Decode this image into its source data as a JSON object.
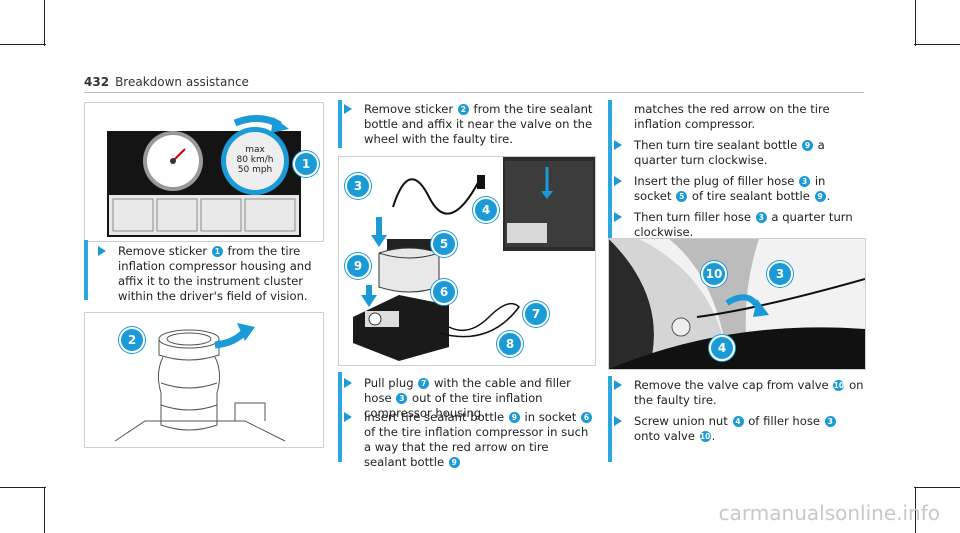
{
  "header": {
    "page_number": "432",
    "section": "Breakdown assistance"
  },
  "fig1": {
    "gauge_text": [
      "max",
      "80 km/h",
      "50 mph"
    ],
    "callout": "1"
  },
  "fig2": {
    "callout": "2"
  },
  "fig3": {
    "callouts": [
      "3",
      "4",
      "5",
      "9",
      "6",
      "7",
      "8"
    ]
  },
  "fig4": {
    "callouts": [
      "10",
      "3",
      "4"
    ]
  },
  "col1": {
    "step1": [
      "Remove sticker",
      "1",
      "from the tire inflation compressor housing and affix it to the instrument cluster within the driver's field of vision."
    ]
  },
  "col2": {
    "step1": [
      "Remove sticker",
      "2",
      "from the tire sealant bottle and affix it near the valve on the wheel with the faulty tire."
    ],
    "step2": [
      "Pull plug",
      "7",
      "with the cable and filler hose",
      "3",
      "out of the tire inflation compressor housing."
    ],
    "step3": [
      "Insert tire sealant bottle",
      "9",
      "in socket",
      "6",
      "of the tire inflation compressor in such a way that the red arrow on tire sealant bottle",
      "9"
    ]
  },
  "col3": {
    "cont": "matches the red arrow on the tire inflation compressor.",
    "step1": [
      "Then turn tire sealant bottle",
      "9",
      "a quarter turn clockwise."
    ],
    "step2": [
      "Insert the plug of filler hose",
      "3",
      "in socket",
      "5",
      "of tire sealant bottle",
      "9",
      "."
    ],
    "step3": [
      "Then turn filler hose",
      "3",
      "a quarter turn clockwise."
    ],
    "step4": [
      "Remove the valve cap from valve",
      "10",
      "on the faulty tire."
    ],
    "step5": [
      "Screw union nut",
      "4",
      "of filler hose",
      "3",
      "onto valve",
      "10",
      "."
    ]
  },
  "watermark": "carmanualsonline.info",
  "colors": {
    "accent": "#1a9ad6"
  }
}
